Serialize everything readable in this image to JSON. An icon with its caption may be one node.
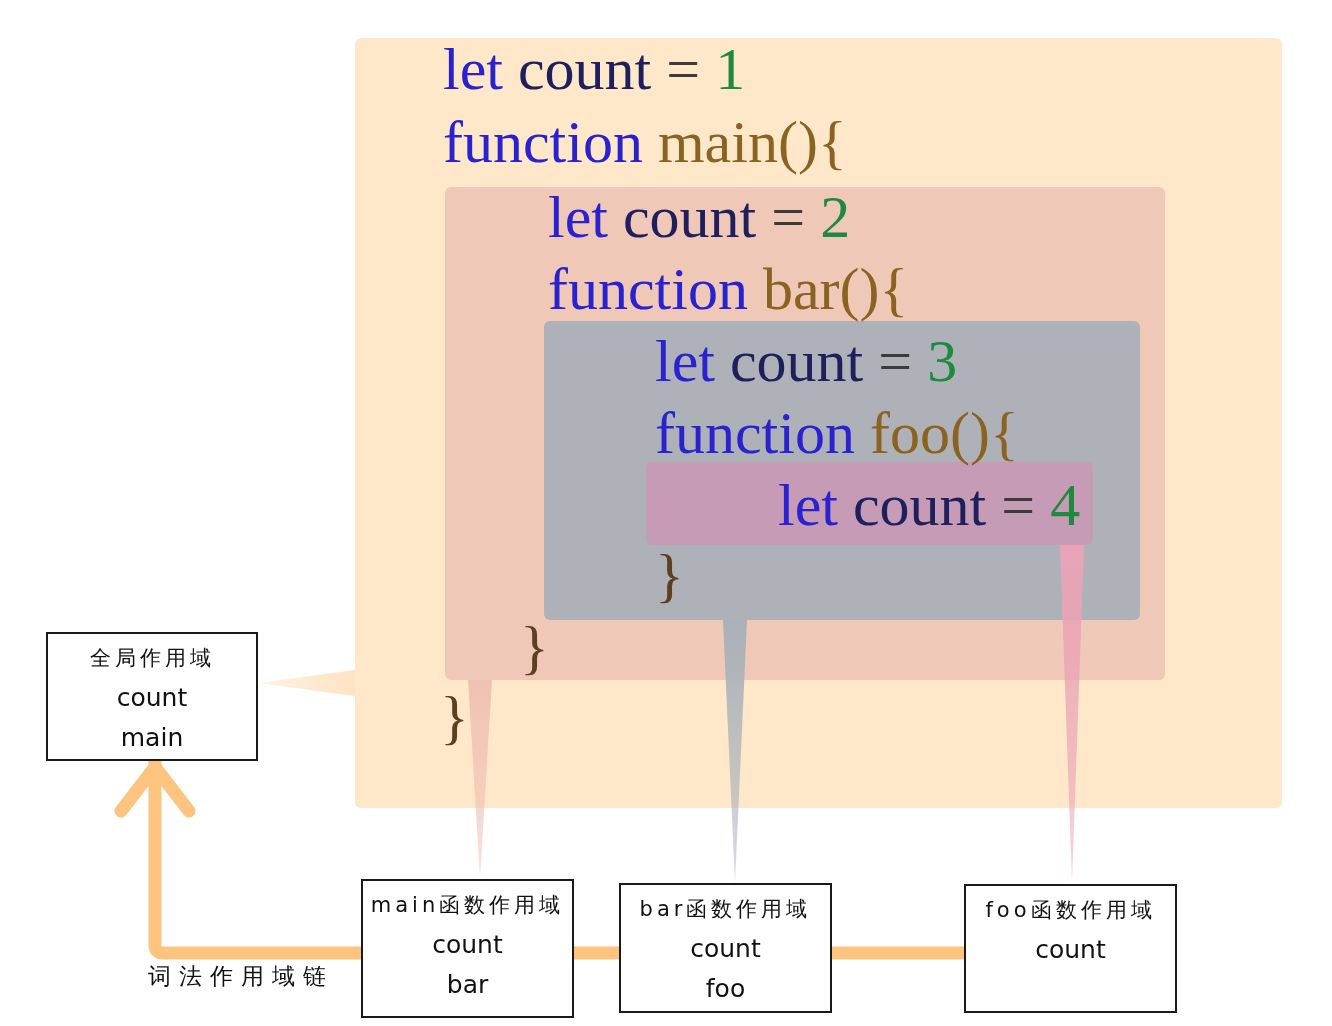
{
  "diagram": {
    "nodes": [
      {
        "text": [
          "let count = 1",
          "function main(){",
          "}"
        ]
      },
      {
        "text": [
          "let count = 2",
          "function bar(){",
          "}"
        ],
        "in": 0
      },
      {
        "text": [
          "let count = 3",
          "function foo(){",
          "}"
        ],
        "in": 1
      },
      {
        "text": [
          "let count = 4"
        ],
        "in": 2
      },
      {
        "text": [
          "全局作用域",
          "count",
          "main"
        ]
      },
      {
        "text": [
          "main函数作用域",
          "count",
          "bar"
        ]
      },
      {
        "text": [
          "bar函数作用域",
          "count",
          "foo"
        ]
      },
      {
        "text": [
          "foo函数作用域",
          "count"
        ]
      }
    ],
    "edges": [
      {
        "from": 0,
        "to": 4,
        "arrow": "none",
        "color": "#fde3c2"
      },
      {
        "from": 1,
        "to": 5,
        "arrow": "none",
        "color": "#efc2b4"
      },
      {
        "from": 2,
        "to": 6,
        "arrow": "none",
        "color": "#a9b1ba"
      },
      {
        "from": 3,
        "to": 7,
        "arrow": "none",
        "color": "#eaa3b6"
      },
      {
        "from": 7,
        "to": 6,
        "arrow": "none",
        "color": "#fcc47e"
      },
      {
        "from": 6,
        "to": 5,
        "arrow": "none",
        "color": "#fcc47e"
      },
      {
        "from": 5,
        "to": 4,
        "arrow": "to",
        "color": "#fcc47e",
        "label": "词法作用域链"
      }
    ]
  }
}
